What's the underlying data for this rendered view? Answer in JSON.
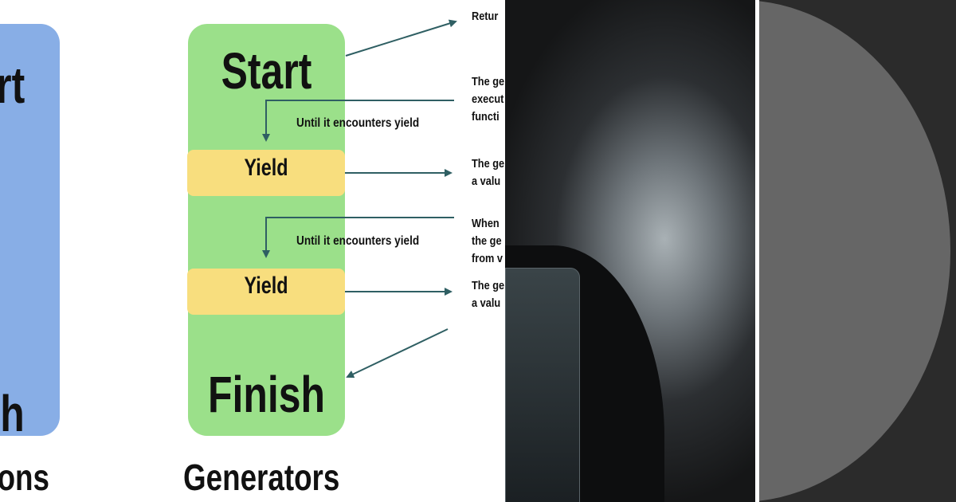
{
  "diagram": {
    "functions": {
      "start": "rt",
      "finish": "sh",
      "caption": "ons"
    },
    "generators": {
      "start": "Start",
      "finish": "Finish",
      "yield1": "Yield",
      "yield2": "Yield",
      "until1": "Until it encounters yield",
      "until2": "Until it encounters yield",
      "caption": "Generators"
    },
    "notes": [
      [
        "Retur"
      ],
      [
        "The ge",
        "execut",
        "functi"
      ],
      [
        "The ge",
        "a valu"
      ],
      [
        "When",
        "the ge",
        "from v"
      ],
      [
        "The ge",
        "a valu"
      ]
    ]
  },
  "colors": {
    "functions_box": "#88aee6",
    "generators_box": "#9be08a",
    "yield_box": "#f8de7e",
    "arrow": "#2f5f63"
  }
}
